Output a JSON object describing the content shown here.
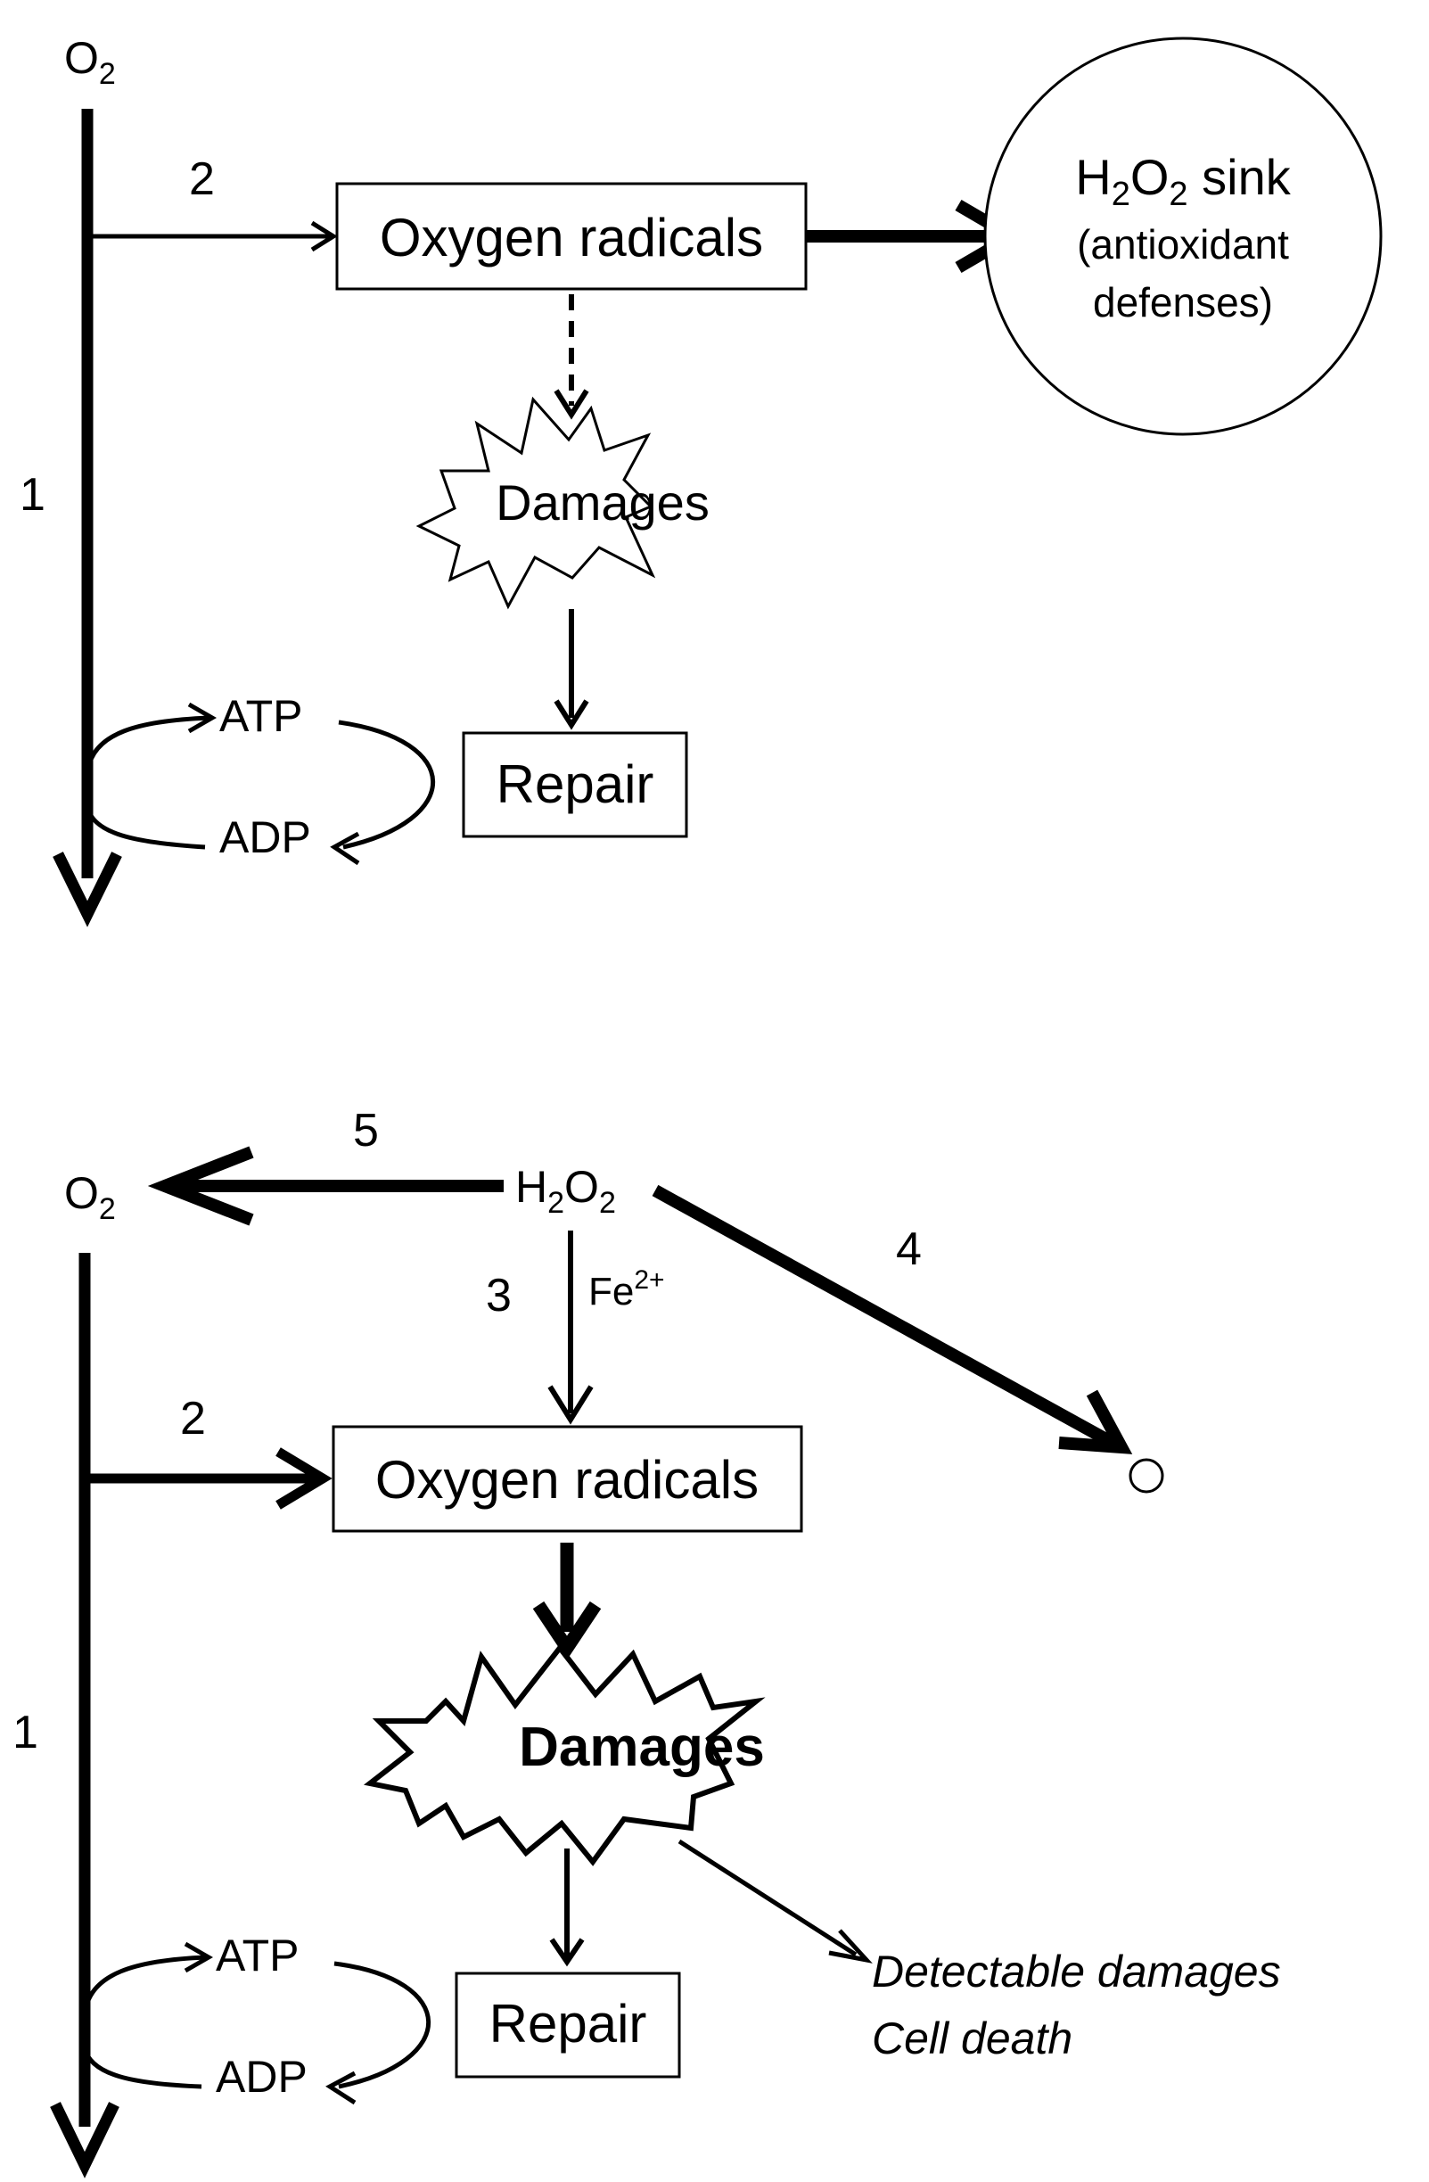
{
  "top": {
    "o2_label": {
      "base": "O",
      "sub": "2"
    },
    "flow_1_number": "1",
    "flow_2_number": "2",
    "radicals_label": "Oxygen radicals",
    "sink": {
      "h": "H",
      "sub2a": "2",
      "o": "O",
      "sub2b": "2",
      "sink_word": " sink",
      "line2": "(antioxidant",
      "line3": "defenses)"
    },
    "damages_label": "Damages",
    "repair_label": "Repair",
    "atp_label": "ATP",
    "adp_label": "ADP"
  },
  "bottom": {
    "o2_label": {
      "base": "O",
      "sub": "2"
    },
    "h2o2_label": {
      "h": "H",
      "sub2a": "2",
      "o": "O",
      "sub2b": "2"
    },
    "flow_5_number": "5",
    "flow_4_number": "4",
    "flow_3_number": "3",
    "fe_label": {
      "base": "Fe",
      "sup": "2+"
    },
    "flow_2_number": "2",
    "flow_1_number": "1",
    "radicals_label": "Oxygen radicals",
    "damages_label": "Damages",
    "repair_label": "Repair",
    "atp_label": "ATP",
    "adp_label": "ADP",
    "outcome_line1": "Detectable damages",
    "outcome_line2": "Cell death"
  }
}
